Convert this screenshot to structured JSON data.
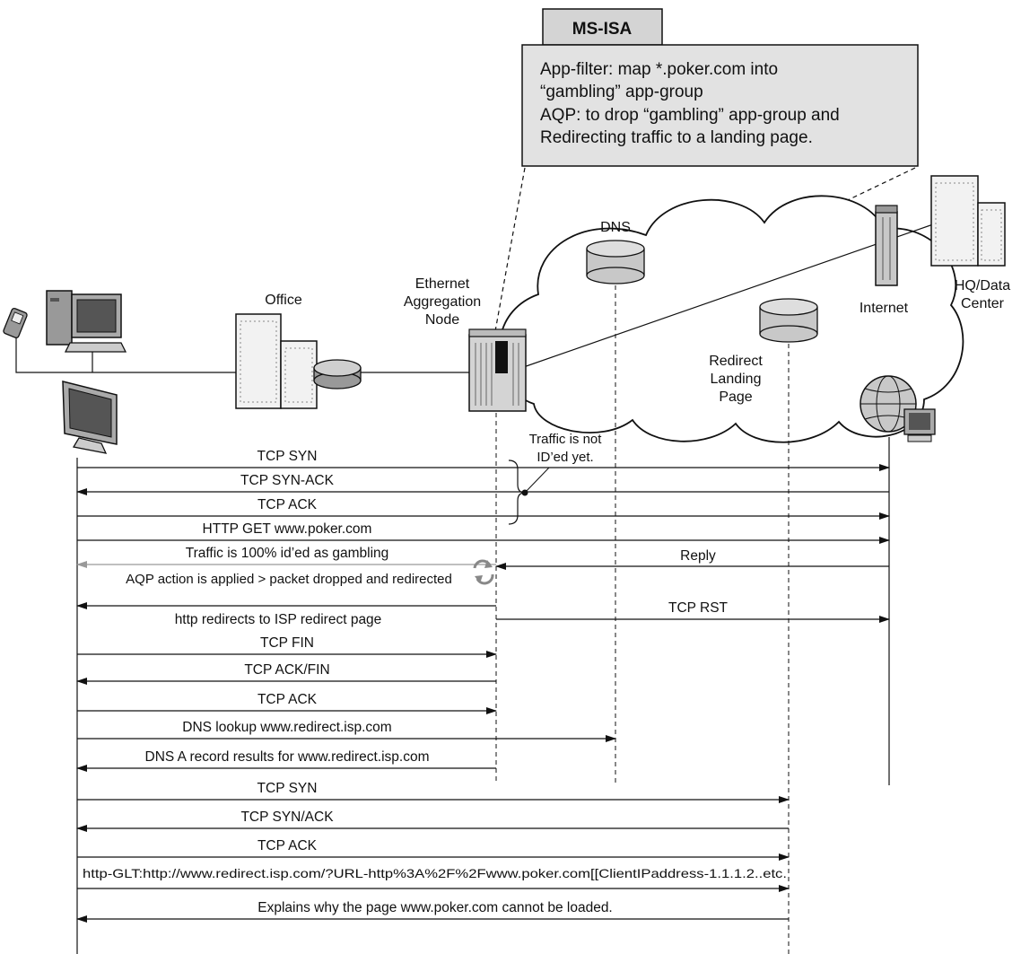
{
  "header": {
    "tab_label": "MS-ISA",
    "policy_lines": [
      "App-filter: map *.poker.com into",
      "“gambling” app-group",
      "AQP: to drop “gambling” app-group and",
      "Redirecting traffic to a landing page."
    ]
  },
  "nodes": {
    "office": "Office",
    "ethernet_node": [
      "Ethernet",
      "Aggregation",
      "Node"
    ],
    "dns": "DNS",
    "internet": "Internet",
    "hq": [
      "HQ/Data",
      "Center"
    ],
    "redirect_page": [
      "Redirect",
      "Landing",
      "Page"
    ]
  },
  "annotation": [
    "Traffic is not",
    "ID’ed yet."
  ],
  "messages": [
    {
      "label": "TCP SYN",
      "from": "client",
      "to": "internet"
    },
    {
      "label": "TCP SYN-ACK",
      "from": "internet",
      "to": "client"
    },
    {
      "label": "TCP ACK",
      "from": "client",
      "to": "internet"
    },
    {
      "label": "HTTP GET www.poker.com",
      "from": "client",
      "to": "internet"
    },
    {
      "label": "Traffic is 100% id’ed as gambling",
      "from": "node",
      "to": "client",
      "style": "gray"
    },
    {
      "label": "Reply",
      "from": "internet",
      "to": "node"
    },
    {
      "label": "AQP action is applied > packet dropped and redirected",
      "style": "note"
    },
    {
      "label": "http redirects to ISP redirect page",
      "from": "node",
      "to": "client"
    },
    {
      "label": "TCP RST",
      "from": "node",
      "to": "internet"
    },
    {
      "label": "TCP FIN",
      "from": "client",
      "to": "node"
    },
    {
      "label": "TCP ACK/FIN",
      "from": "node",
      "to": "client"
    },
    {
      "label": "TCP ACK",
      "from": "client",
      "to": "node"
    },
    {
      "label": "DNS lookup www.redirect.isp.com",
      "from": "client",
      "to": "dns"
    },
    {
      "label": "DNS A record results for www.redirect.isp.com",
      "from": "node",
      "to": "client"
    },
    {
      "label": "TCP SYN",
      "from": "client",
      "to": "redirect"
    },
    {
      "label": "TCP SYN/ACK",
      "from": "redirect",
      "to": "client"
    },
    {
      "label": "TCP ACK",
      "from": "client",
      "to": "redirect"
    },
    {
      "label": "http-GLT:http://www.redirect.isp.com/?URL-http%3A%2F%2Fwww.poker.com[[ClientIPaddress-1.1.1.2..etc.",
      "from": "client",
      "to": "redirect"
    },
    {
      "label": "Explains why the page www.poker.com cannot be loaded.",
      "from": "redirect",
      "to": "client"
    }
  ]
}
